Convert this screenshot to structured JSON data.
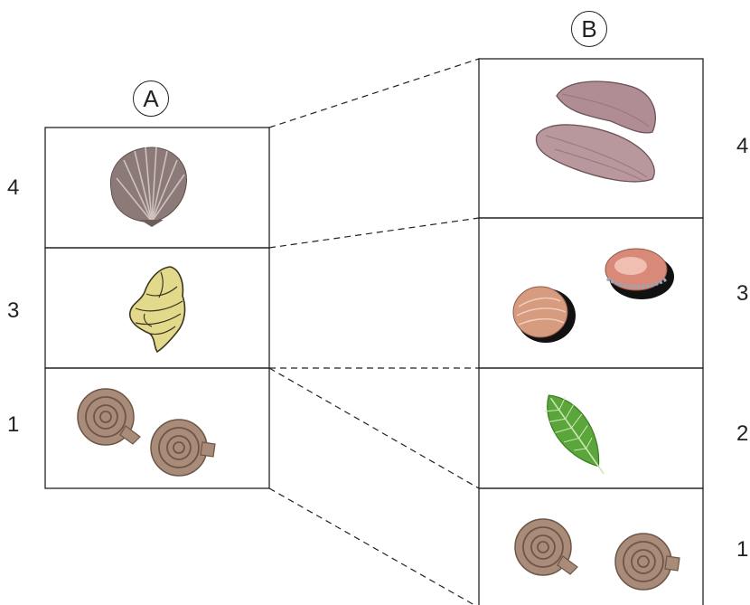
{
  "column_a": {
    "label": "A",
    "layers": [
      {
        "number": "4",
        "content": "scallop-shell-fossil"
      },
      {
        "number": "3",
        "content": "gastropod-shell-fossil"
      },
      {
        "number": "1",
        "content": "ammonite-fossils"
      }
    ]
  },
  "column_b": {
    "label": "B",
    "layers": [
      {
        "number": "4",
        "content": "bivalve-clam-shells"
      },
      {
        "number": "3",
        "content": "clam-and-cowrie-shells"
      },
      {
        "number": "2",
        "content": "leaf-fossil"
      },
      {
        "number": "1",
        "content": "ammonite-fossils"
      }
    ]
  },
  "colors": {
    "line": "#222222",
    "scallop": "#8c7a78",
    "gastropod": "#e3d98a",
    "ammonite": "#a88b78",
    "clam": "#b08c94",
    "leaf": "#5aa63a"
  }
}
